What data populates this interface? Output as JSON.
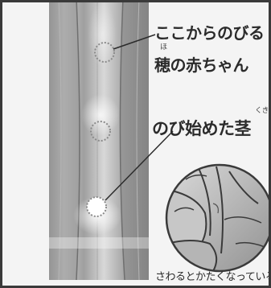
{
  "labels": {
    "panicle_line1": "ここからのびる",
    "panicle_line2": "穂の赤ちゃん",
    "panicle_ruby": "ほ",
    "stem": "のび始めた茎",
    "stem_ruby": "くき",
    "caption": "さわるとかたくなっている"
  },
  "colors": {
    "frame": "#3a3a3a",
    "stem_light": "#e6e6e6",
    "stem_mid": "#b9b9b9",
    "stem_dark": "#7c7c7c",
    "marker": "#8a8a8a",
    "text": "#2b2b2b"
  }
}
